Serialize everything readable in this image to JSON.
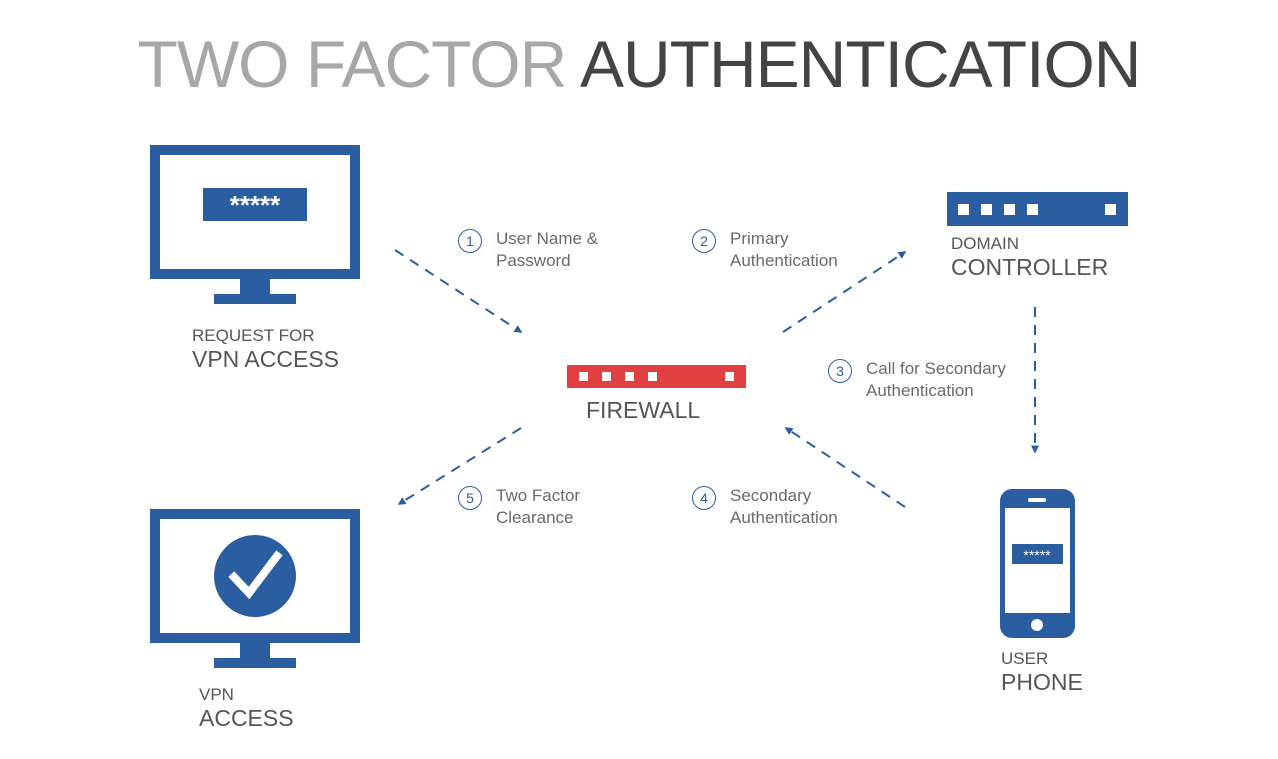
{
  "title": {
    "light": "TWO FACTOR",
    "bold": "AUTHENTICATION"
  },
  "colors": {
    "blue": "#2a5ea0",
    "red": "#e04040",
    "text": "#555555"
  },
  "nodes": {
    "request": {
      "line1": "REQUEST FOR",
      "line2": "VPN ACCESS",
      "password": "*****"
    },
    "firewall": {
      "label": "FIREWALL"
    },
    "domain": {
      "line1": "DOMAIN",
      "line2": "CONTROLLER"
    },
    "phone": {
      "line1": "USER",
      "line2": "PHONE",
      "password": "*****"
    },
    "access": {
      "line1": "VPN",
      "line2": "ACCESS"
    }
  },
  "steps": [
    {
      "num": "1",
      "line1": "User Name &",
      "line2": "Password"
    },
    {
      "num": "2",
      "line1": "Primary",
      "line2": "Authentication"
    },
    {
      "num": "3",
      "line1": "Call for Secondary",
      "line2": "Authentication"
    },
    {
      "num": "4",
      "line1": "Secondary",
      "line2": "Authentication"
    },
    {
      "num": "5",
      "line1": "Two Factor",
      "line2": "Clearance"
    }
  ]
}
